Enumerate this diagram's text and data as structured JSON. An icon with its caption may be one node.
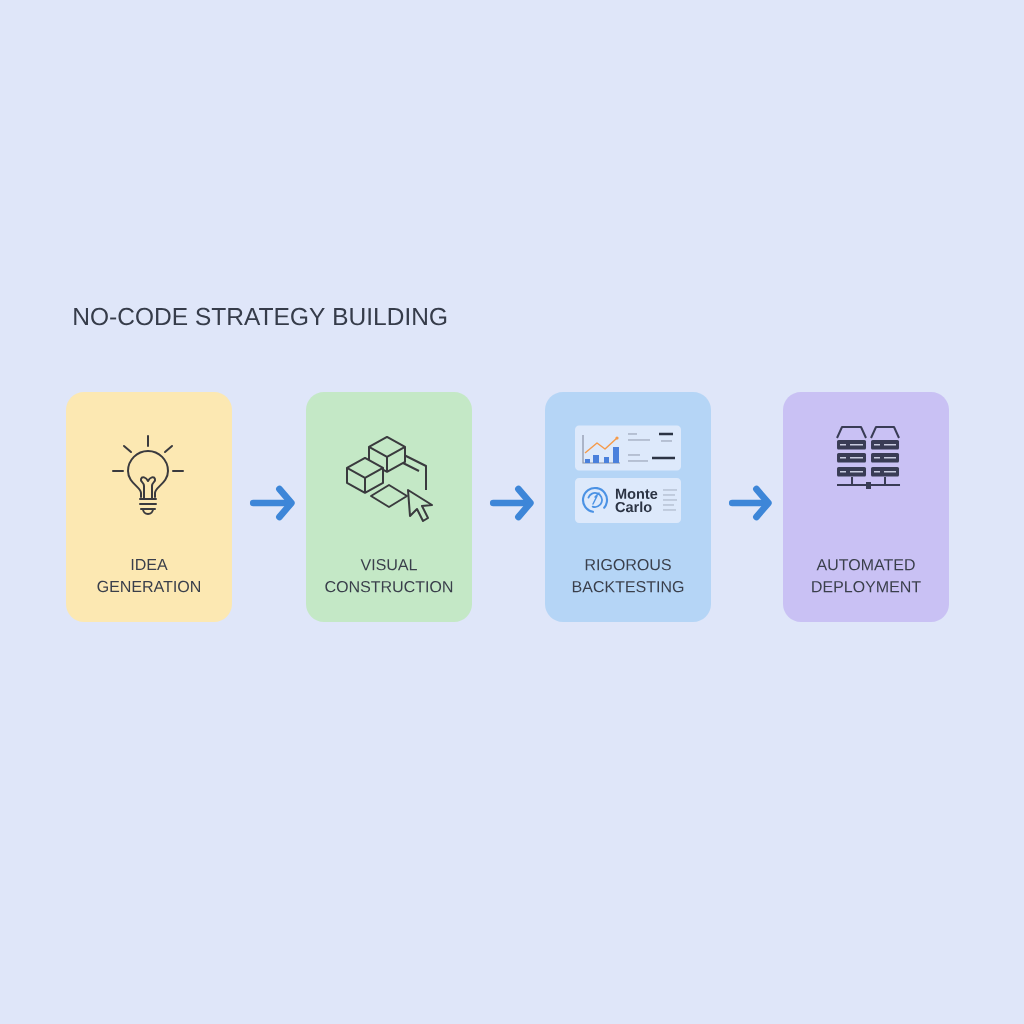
{
  "diagram": {
    "title": "NO-CODE STRATEGY BUILDING",
    "nodes": [
      {
        "text": [
          "IDEA GENERATION"
        ]
      },
      {
        "text": [
          "VISUAL CONSTRUCTION"
        ]
      },
      {
        "text": [
          "RIGOROUS BACKTESTING"
        ]
      },
      {
        "text": [],
        "shape": "box",
        "in": 2
      },
      {
        "text": [
          "Monte Carlo"
        ],
        "in": 2
      },
      {
        "text": [
          "AUTOMATED DEPLOYMENT"
        ]
      }
    ],
    "edges": [
      {
        "from": 0,
        "to": 1,
        "arrow": "to"
      },
      {
        "from": 1,
        "to": 2,
        "arrow": "to"
      },
      {
        "from": 2,
        "to": 5,
        "arrow": "to"
      }
    ]
  }
}
